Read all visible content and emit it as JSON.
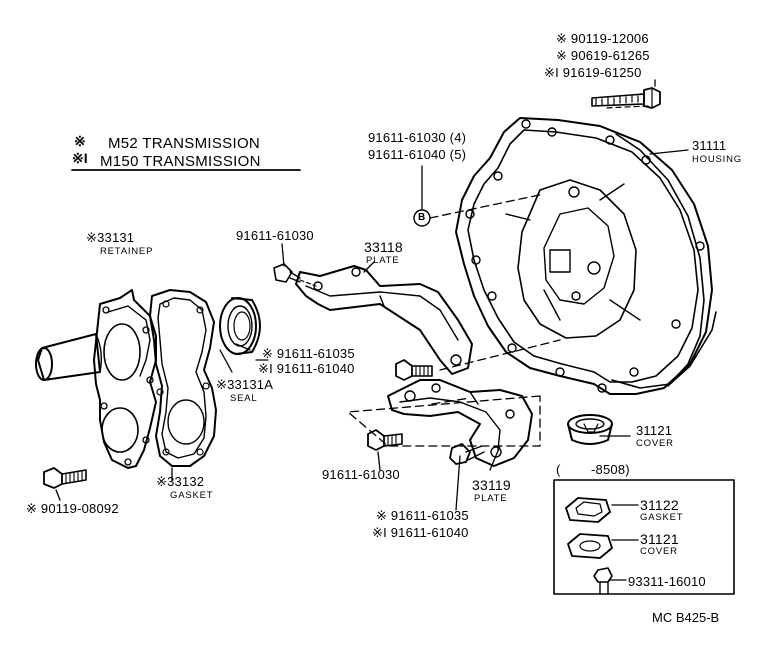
{
  "legend": {
    "m52": {
      "mark": "※",
      "text": "M52 TRANSMISSION"
    },
    "m150": {
      "mark": "※I",
      "text": "M150 TRANSMISSION"
    }
  },
  "callouts": {
    "bolt_top": [
      "※ 90119-12006",
      "※ 90619-61265",
      "※I 91619-61250"
    ],
    "bolts_b": [
      "91611-61030 (4)",
      "91611-61040 (5)"
    ],
    "b_marker": "B",
    "housing": {
      "number": "31111",
      "name": "HOUSING"
    },
    "retainer": {
      "number": "※33131",
      "name": "RETAINEP"
    },
    "bolt_plate": "91611-61030",
    "plate_upper": {
      "number": "33118",
      "name": "PLATE"
    },
    "bolts_mid": [
      "※ 91611-61035",
      "※I 91611-61040"
    ],
    "seal": {
      "number": "※33131A",
      "name": "SEAL"
    },
    "cover": {
      "number": "31121",
      "name": "COVER"
    },
    "gasket": {
      "number": "※33132",
      "name": "GASKET"
    },
    "bolt_lower": "91611-61030",
    "plate_lower": {
      "number": "33119",
      "name": "PLATE"
    },
    "bolt_left": "※ 90119-08092",
    "bolts_bottom": [
      "※ 91611-61035",
      "※I 91611-61040"
    ],
    "box_range": "(        -8508)",
    "box_gasket": {
      "number": "31122",
      "name": "GASKET"
    },
    "box_cover": {
      "number": "31121",
      "name": "COVER"
    },
    "box_bolt": "93311-16010"
  },
  "diagram_code": "MC B425-B"
}
